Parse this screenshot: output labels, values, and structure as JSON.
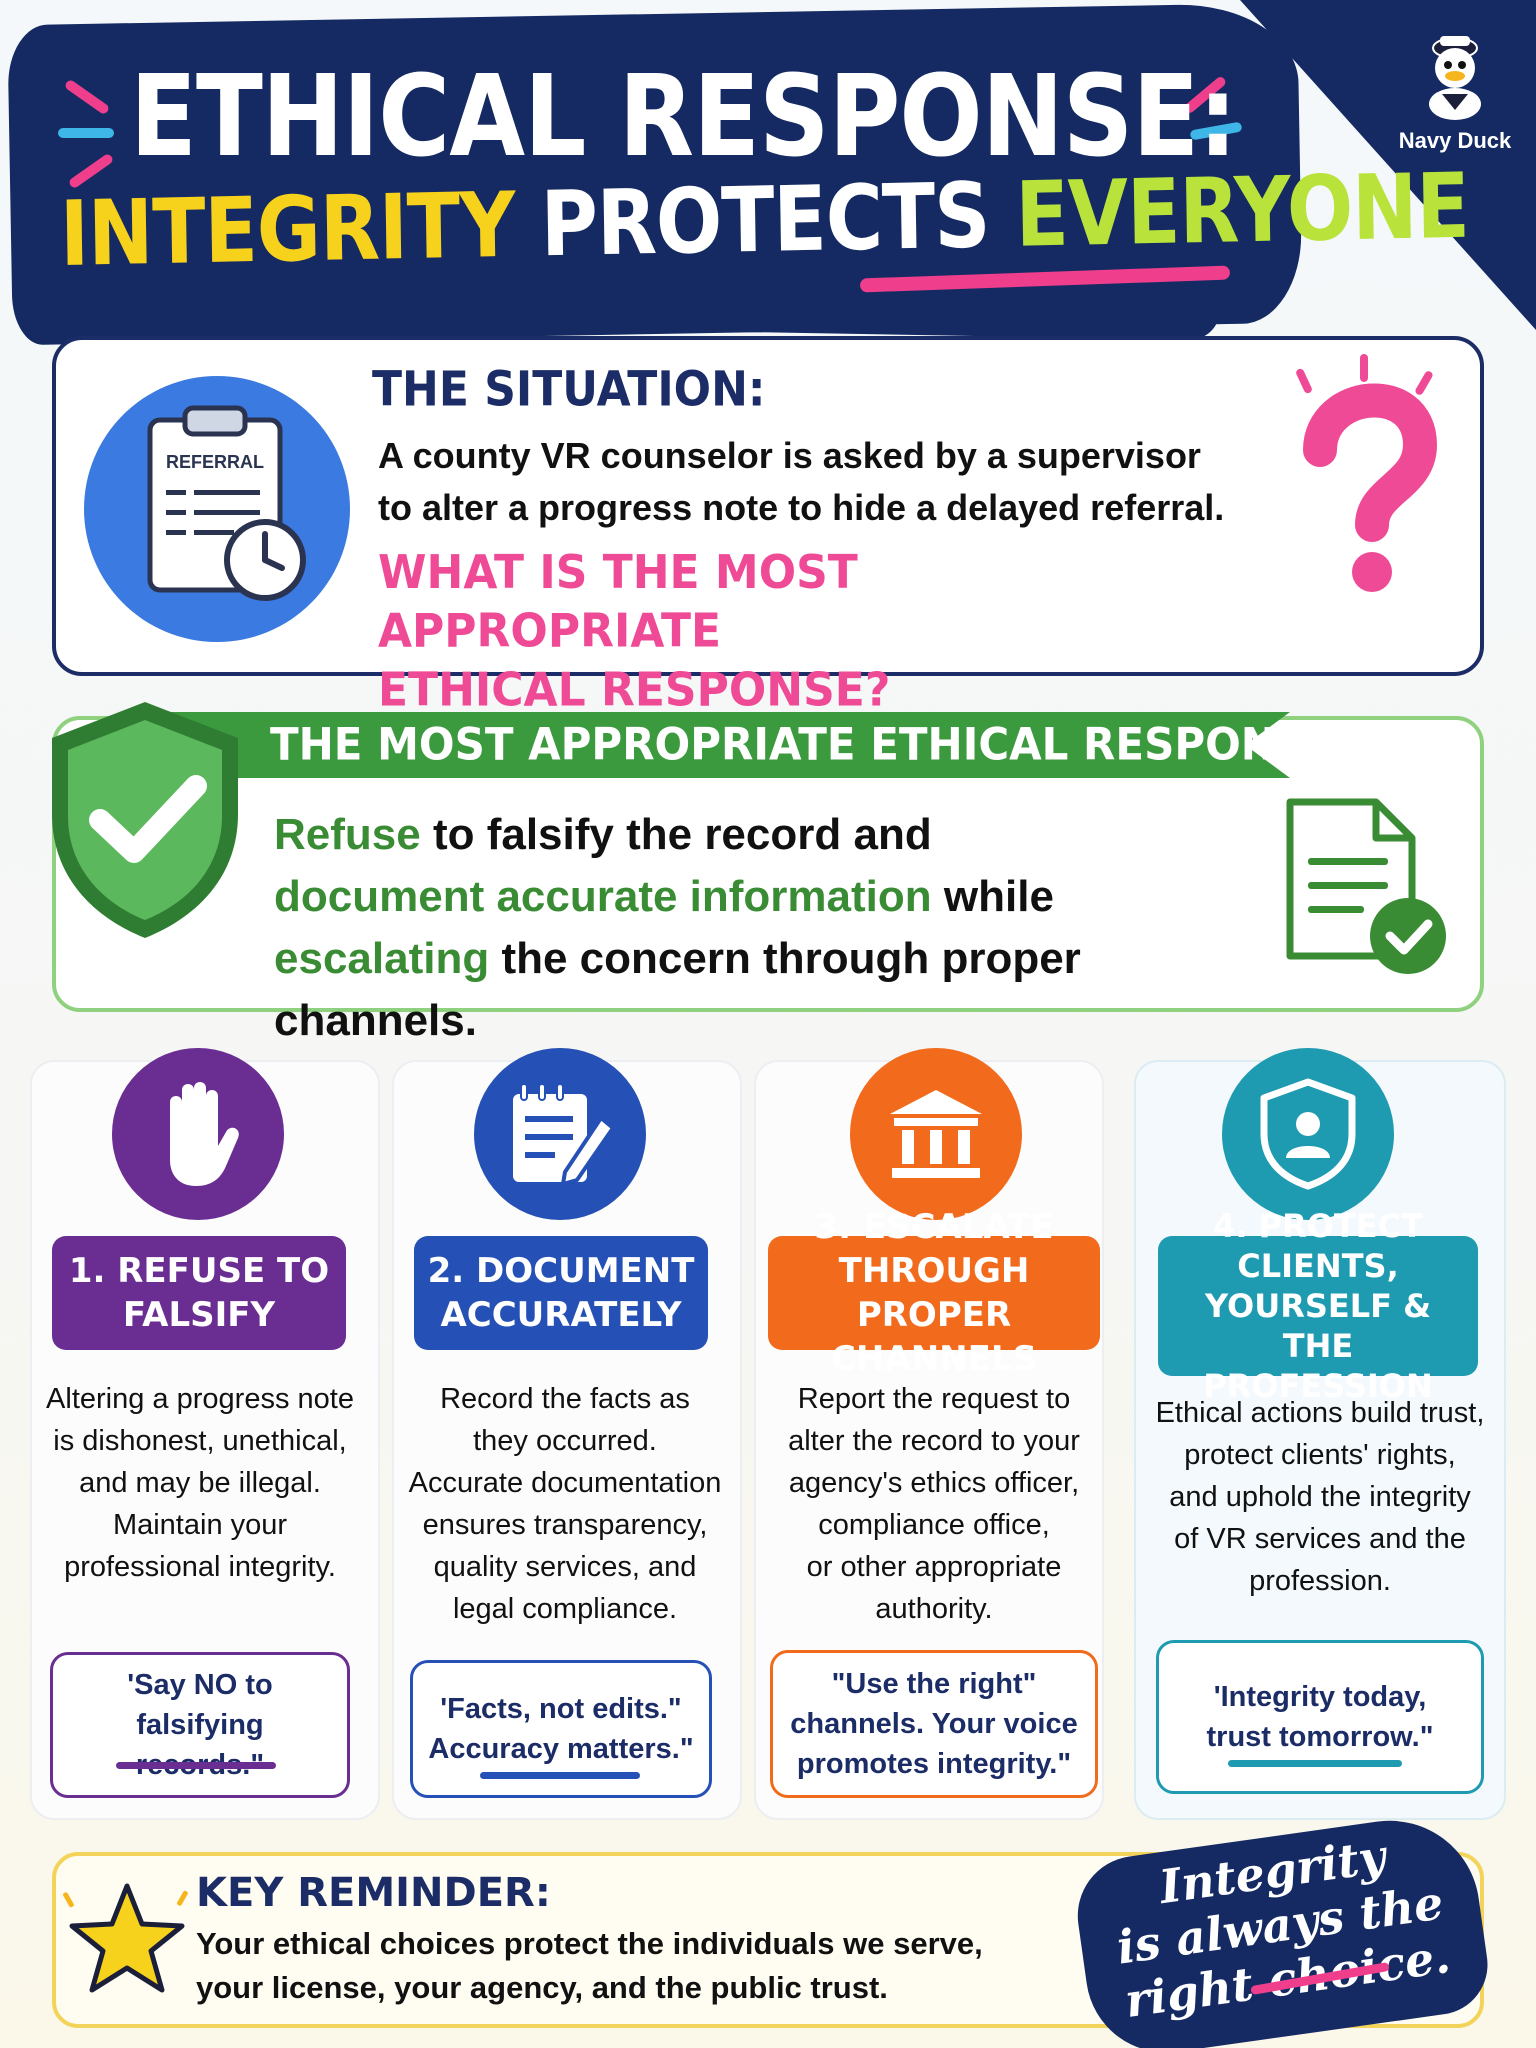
{
  "header": {
    "title_line1": "ETHICAL RESPONSE:",
    "title_line2_part1": "INTEGRITY",
    "title_line2_part2": "PROTECTS",
    "title_line2_part3": "EVERYONE"
  },
  "brand": {
    "name": "Navy Duck"
  },
  "situation": {
    "icon_label": "REFERRAL",
    "heading": "THE SITUATION:",
    "text_line1": "A county VR counselor is asked by a supervisor",
    "text_line2": "to alter a progress note to hide a delayed referral.",
    "question_line1": "WHAT IS THE MOST APPROPRIATE",
    "question_line2": "ETHICAL RESPONSE?"
  },
  "answer": {
    "heading": "THE MOST APPROPRIATE ETHICAL RESPONSE:",
    "w1": "Refuse",
    "t1": " to falsify the record and",
    "w2": "document accurate information",
    "t2": " while",
    "w3": "escalating",
    "t3": " the concern through proper channels."
  },
  "steps": [
    {
      "label_line1": "1. REFUSE TO",
      "label_line2": "FALSIFY",
      "label_line3": "",
      "body": [
        "Altering a progress note",
        "is dishonest, unethical,",
        "and may be illegal.",
        "Maintain your",
        "professional integrity."
      ],
      "quote_line1": "'Say NO to falsifying",
      "quote_line2": "records.\"",
      "quote_line3": ""
    },
    {
      "label_line1": "2. DOCUMENT",
      "label_line2": "ACCURATELY",
      "label_line3": "",
      "body": [
        "Record the facts as",
        "they occurred.",
        "Accurate documentation",
        "ensures transparency,",
        "quality services, and",
        "legal compliance."
      ],
      "quote_line1": "'Facts, not edits.\"",
      "quote_line2": "Accuracy matters.\"",
      "quote_line3": ""
    },
    {
      "label_line1": "3. ESCALATE THROUGH",
      "label_line2": "PROPER CHANNELS",
      "label_line3": "",
      "body": [
        "Report the request to",
        "alter the record to your",
        "agency's ethics officer,",
        "compliance office,",
        "or other appropriate",
        "authority."
      ],
      "quote_line1": "\"Use the right\"",
      "quote_line2": "channels. Your voice",
      "quote_line3": "promotes integrity.\""
    },
    {
      "label_line1": "4. PROTECT CLIENTS,",
      "label_line2": "YOURSELF & THE",
      "label_line3": "PROFESSION",
      "body": [
        "Ethical actions build trust,",
        "protect clients' rights,",
        "and uphold the integrity",
        "of VR services and the",
        "profession."
      ],
      "quote_line1": "'Integrity today,",
      "quote_line2": "trust tomorrow.\"",
      "quote_line3": ""
    }
  ],
  "reminder": {
    "heading": "KEY REMINDER:",
    "line1": "Your ethical choices protect the individuals we serve,",
    "line2": "your license, your agency, and the public trust."
  },
  "slogan": {
    "line1": "Integrity",
    "line2": "is always the",
    "line3": "right choice."
  },
  "colors": {
    "navy": "#152a63",
    "pink": "#ef3f8c",
    "green": "#3c9a3e",
    "purple": "#6a2d91",
    "blue": "#2550b5",
    "orange": "#f26b1d",
    "teal": "#1e9bb1",
    "yellow": "#f7d21d"
  }
}
